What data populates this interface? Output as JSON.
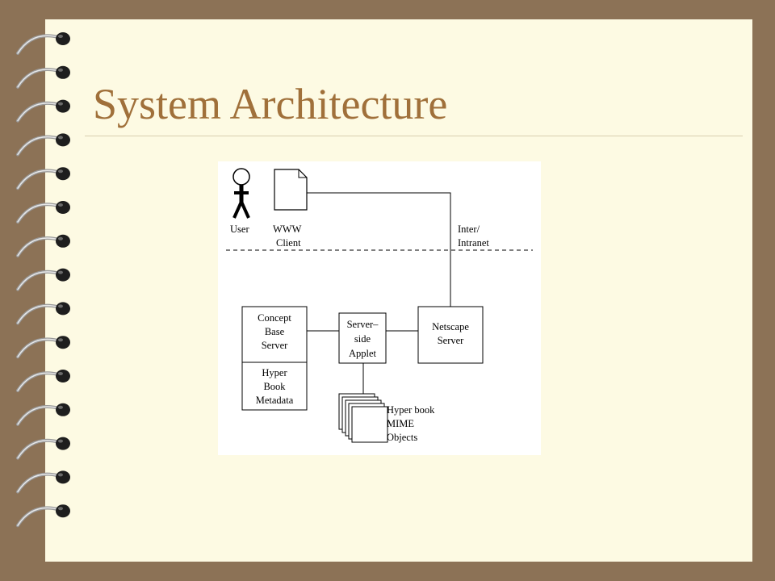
{
  "slide": {
    "title": "System Architecture"
  },
  "diagram": {
    "user_label": "User",
    "www_client": [
      "WWW",
      "Client"
    ],
    "network": [
      "Inter/",
      "Intranet"
    ],
    "concept_base_server": [
      "Concept",
      "Base",
      "Server"
    ],
    "hyper_book_metadata": [
      "Hyper",
      "Book",
      "Metadata"
    ],
    "server_side_applet": [
      "Server–",
      "side",
      "Applet"
    ],
    "netscape_server": [
      "Netscape",
      "Server"
    ],
    "mime_objects": [
      "Hyper book",
      "MIME",
      "Objects"
    ]
  },
  "colors": {
    "frame": "#8c7256",
    "page": "#fdfae3",
    "title": "#a0703a"
  }
}
